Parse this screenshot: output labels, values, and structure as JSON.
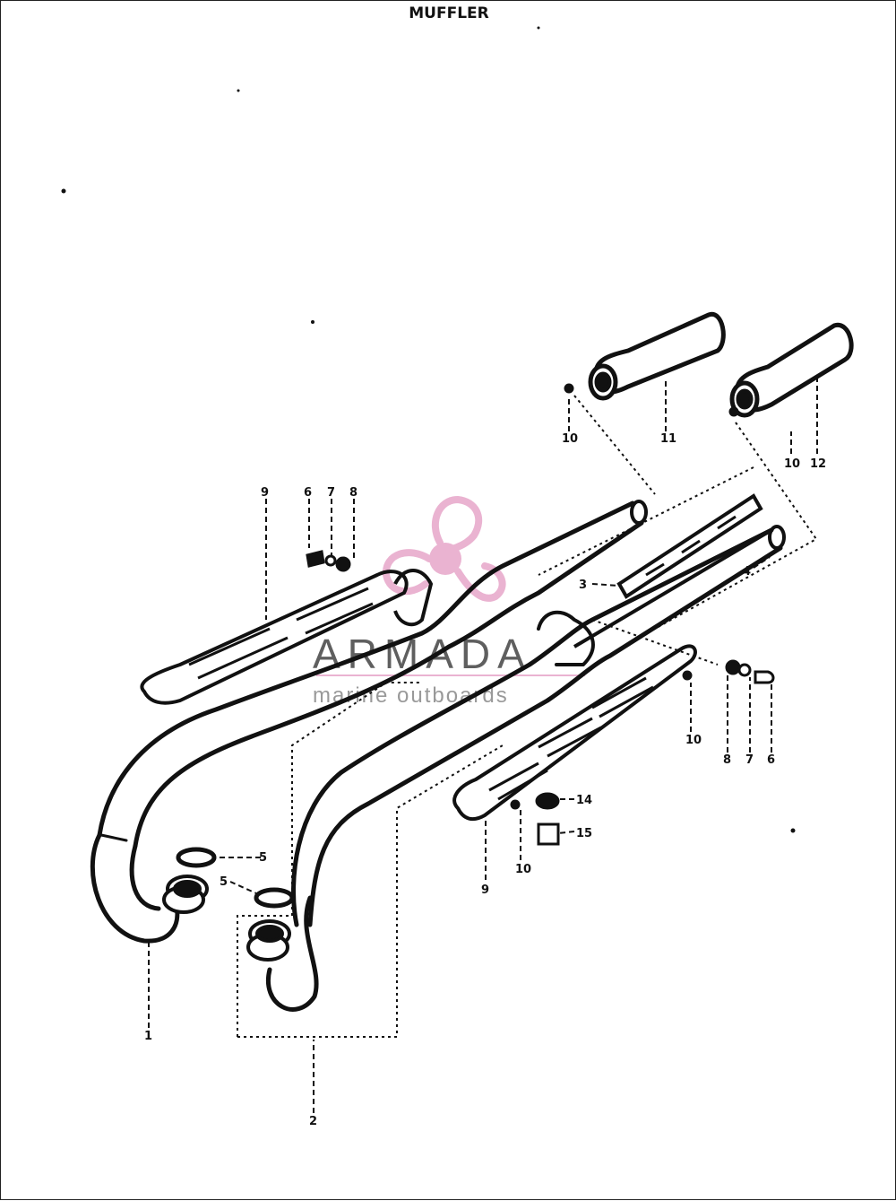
{
  "title": "MUFFLER",
  "watermark": {
    "brand": "ARMADA",
    "tagline": "marine outboards",
    "logo_color": "#e7a6c9"
  },
  "callouts": [
    {
      "id": "c1",
      "label": "1"
    },
    {
      "id": "c2",
      "label": "2"
    },
    {
      "id": "c3",
      "label": "3"
    },
    {
      "id": "c4",
      "label": "4"
    },
    {
      "id": "c5a",
      "label": "5"
    },
    {
      "id": "c5b",
      "label": "5"
    },
    {
      "id": "c6a",
      "label": "6"
    },
    {
      "id": "c7a",
      "label": "7"
    },
    {
      "id": "c8a",
      "label": "8"
    },
    {
      "id": "c9a",
      "label": "9"
    },
    {
      "id": "c6b",
      "label": "6"
    },
    {
      "id": "c7b",
      "label": "7"
    },
    {
      "id": "c8b",
      "label": "8"
    },
    {
      "id": "c9b",
      "label": "9"
    },
    {
      "id": "c10a",
      "label": "10"
    },
    {
      "id": "c10b",
      "label": "10"
    },
    {
      "id": "c10c",
      "label": "10"
    },
    {
      "id": "c10d",
      "label": "10"
    },
    {
      "id": "c11",
      "label": "11"
    },
    {
      "id": "c12",
      "label": "12"
    },
    {
      "id": "c14",
      "label": "14"
    },
    {
      "id": "c15",
      "label": "15"
    }
  ]
}
